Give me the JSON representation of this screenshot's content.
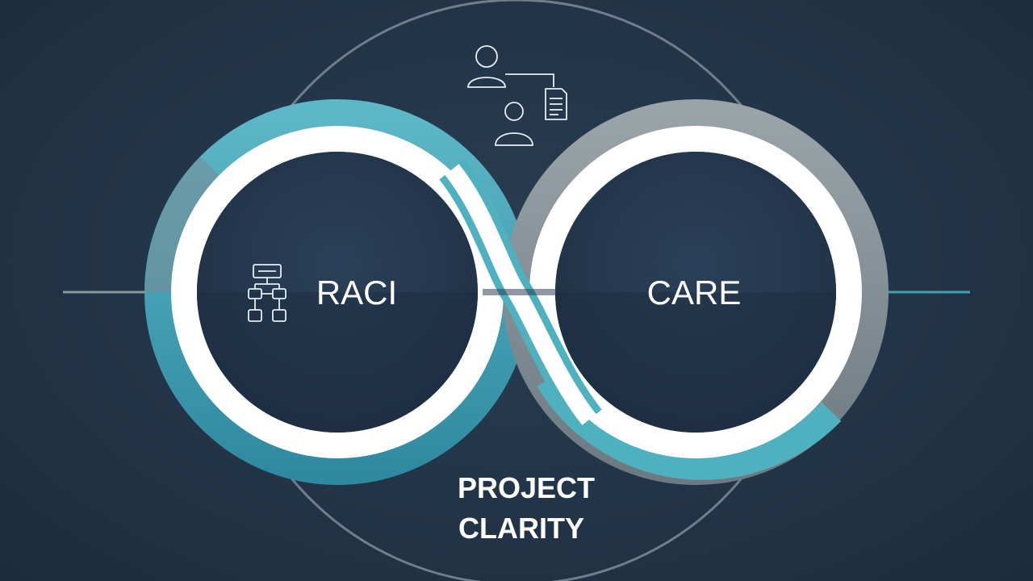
{
  "diagram": {
    "left_loop_label": "RACI",
    "right_loop_label": "CARE",
    "caption_line1": "PROJECT",
    "caption_line2": "CLARITY"
  },
  "colors": {
    "background": "#223447",
    "teal": "#3f9fb3",
    "teal_light": "#5db7c6",
    "gray": "#8a959c",
    "white": "#ffffff",
    "circle_fill": "#243a50",
    "outline": "#6f7e8a"
  },
  "icons": {
    "left_icon": "org-chart-icon",
    "top_icon": "people-assignment-icon"
  }
}
